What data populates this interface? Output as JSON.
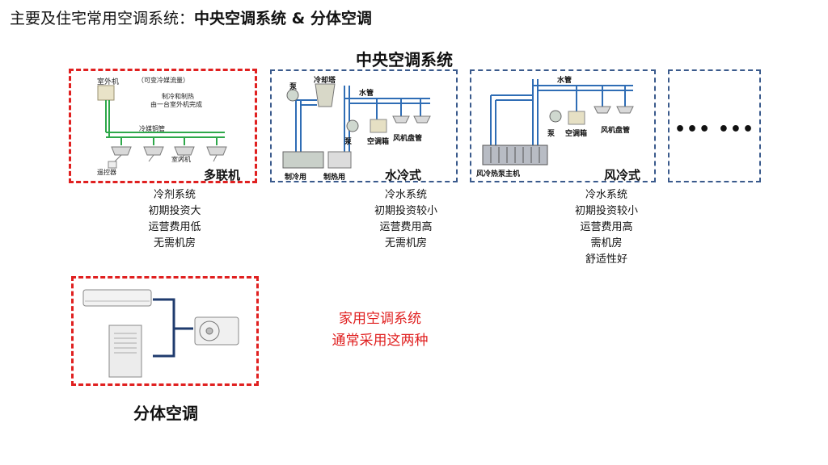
{
  "title": {
    "prefix": "主要及住宅常用空调系统：",
    "emphasis": "中央空调系统  &  分体空调"
  },
  "central_title": "中央空调系统",
  "vrf": {
    "label": "多联机",
    "outdoor_unit": "室外机",
    "variable_note": "（可变冷媒流量）",
    "note_line1": "制冷和制热",
    "note_line2": "由一台室外机完成",
    "pipe": "冷媒铜管",
    "indoor_unit": "室内机",
    "controller": "遥控器",
    "desc": [
      "冷剂系统",
      "初期投资大",
      "运营费用低",
      "无需机房"
    ]
  },
  "water_cooled": {
    "label": "水冷式",
    "cooling_tower": "冷却塔",
    "pump1": "泵",
    "pump2": "泵",
    "water_pipe": "水管",
    "ahu": "空调箱",
    "fcu": "风机盘管",
    "chiller": "制冷用",
    "heater": "制热用",
    "desc": [
      "冷水系统",
      "初期投资较小",
      "运营费用高",
      "无需机房"
    ]
  },
  "air_cooled": {
    "label": "风冷式",
    "water_pipe": "水管",
    "pump": "泵",
    "ahu": "空调箱",
    "fcu": "风机盘管",
    "heat_pump": "风冷热泵主机",
    "desc": [
      "冷水系统",
      "初期投资较小",
      "运营费用高",
      "需机房",
      "舒适性好"
    ]
  },
  "more": "••• •••",
  "home_note": [
    "家用空调系统",
    "通常采用这两种"
  ],
  "split_label": "分体空调",
  "colors": {
    "red": "#e02020",
    "blue_border": "#3a5a8c",
    "pipe_green": "#2ea84a",
    "pipe_blue": "#2f6db5",
    "connector": "#1f3b6e"
  }
}
